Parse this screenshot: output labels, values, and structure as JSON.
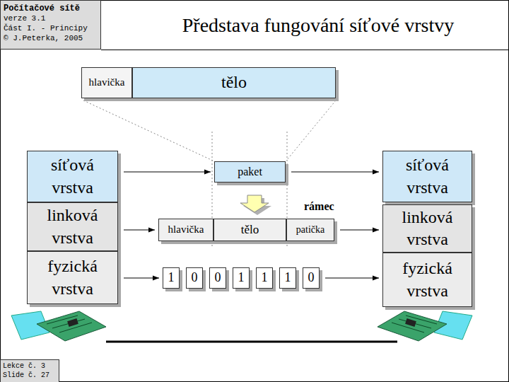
{
  "diagram": {
    "title": "Představa fungování síťové vrstvy",
    "nodes": [
      {
        "text": [
          "Počítačové sítě",
          "verze 3.1",
          "Část I. - Principy",
          "© J.Peterka, 2005"
        ]
      },
      {
        "text": [
          "hlavička"
        ]
      },
      {
        "text": [
          "tělo"
        ]
      },
      {
        "text": [
          "síťová vrstva"
        ]
      },
      {
        "text": [
          "paket"
        ]
      },
      {
        "text": [
          "síťová vrstva"
        ]
      },
      {
        "text": [
          "linková vrstva"
        ]
      },
      {
        "text": [
          "hlavička"
        ]
      },
      {
        "text": [
          "tělo"
        ]
      },
      {
        "text": [
          "patička"
        ]
      },
      {
        "text": [
          "linková vrstva"
        ]
      },
      {
        "text": [
          "fyzická vrstva"
        ]
      },
      {
        "text": [
          "1"
        ]
      },
      {
        "text": [
          "0"
        ]
      },
      {
        "text": [
          "0"
        ]
      },
      {
        "text": [
          "1"
        ]
      },
      {
        "text": [
          "1"
        ]
      },
      {
        "text": [
          "1"
        ]
      },
      {
        "text": [
          "0"
        ]
      },
      {
        "text": [
          "fyzická vrstva"
        ]
      },
      {
        "text": [
          "Lekce č. 3",
          "Slide č. 27"
        ]
      }
    ],
    "edges": [
      {
        "from": 3,
        "to": 4,
        "arrow": "to"
      },
      {
        "from": 4,
        "to": 5,
        "arrow": "to"
      },
      {
        "from": 6,
        "to": 7,
        "arrow": "to"
      },
      {
        "from": 9,
        "to": 10,
        "arrow": "to"
      },
      {
        "from": 11,
        "to": 12,
        "arrow": "to"
      },
      {
        "from": 18,
        "to": 19,
        "arrow": "to"
      }
    ],
    "labels": [
      "rámec"
    ]
  }
}
